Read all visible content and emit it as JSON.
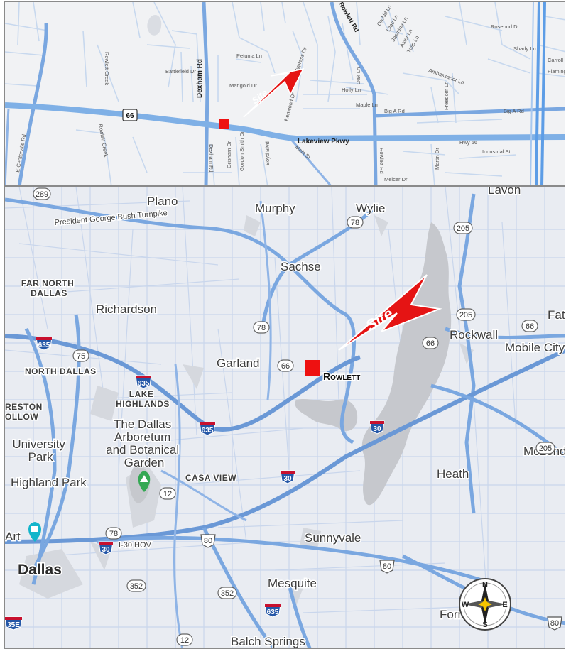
{
  "inset": {
    "site_label": "Site",
    "roads": {
      "dexham": "Dexham Rd",
      "lakeview": "Lakeview Pkwy",
      "rowlett": "Rowlett Rd",
      "hwy66_shield": "66",
      "hwy66_text": "Hwy 66",
      "main_st": "Main St",
      "dexham_lower": "Dexham Rd",
      "rowlett_lower": "Rowlett Rd",
      "big_a": "Big A Rd",
      "big_a_east": "Big A Rd",
      "industrial": "Industrial St",
      "melcer": "Melcer Dr",
      "holly": "Holly Ln",
      "maple": "Maple Ln",
      "oak": "Oak Ln",
      "petunia": "Petunia Ln",
      "marigold": "Marigold Dr",
      "battlefield": "Battlefield Dr",
      "cypress": "Cypress Dr",
      "rosebud": "Rosebud Dr",
      "ambassador": "Ambassador Ln",
      "freedom": "Freedom Ln",
      "martin": "Martin Dr",
      "carroll": "Carroll Ln",
      "flamingo": "Flamingo Dr",
      "shady": "Shady Ln",
      "rowlett_creek": "Rowlett Creek",
      "centerville": "E Centerville Rd",
      "gordon_smith": "Gordon Smith Dr",
      "boyd": "Boyd Blvd",
      "kenwood": "Kenwood Dr",
      "grisham": "Grisham Dr",
      "lilac": "Lilac Ln",
      "jasmine": "Jasmine Ln",
      "aster": "Aster Ln",
      "tulip": "Tulip Ln",
      "orchid": "Orchid Ln"
    }
  },
  "main_map": {
    "site_label": "Site",
    "site_city": "Rowlett",
    "cities": {
      "plano": "Plano",
      "murphy": "Murphy",
      "wylie": "Wylie",
      "lavon": "Lavon",
      "sachse": "Sachse",
      "richardson": "Richardson",
      "garland": "Garland",
      "rockwall": "Rockwall",
      "fate": "Fate",
      "mobile_city": "Mobile City",
      "university_park": "University Park",
      "highland_park": "Highland Park",
      "dallas": "Dallas",
      "heath": "Heath",
      "mclendon": "McLendo",
      "sunnyvale": "Sunnyvale",
      "mesquite": "Mesquite",
      "balch_springs": "Balch Springs",
      "forney": "Forney",
      "art": "Art"
    },
    "neighborhoods": {
      "far_north_dallas": "FAR NORTH DALLAS",
      "north_dallas": "NORTH DALLAS",
      "lake_highlands": "LAKE HIGHLANDS",
      "preston_hollow": "RESTON OLLOW",
      "casa_view": "CASA VIEW"
    },
    "poi": {
      "arboretum": "The Dallas Arboretum and Botanical Garden"
    },
    "roads": {
      "bush_turnpike": "President George Bush Turnpike",
      "i30_hov": "I-30 HOV"
    },
    "shields": {
      "s289": "289",
      "s78a": "78",
      "s205a": "205",
      "s205b": "205",
      "s205c": "205",
      "s78b": "78",
      "s66a": "66",
      "s66b": "66",
      "s66c": "66",
      "s75": "75",
      "s12a": "12",
      "s12b": "12",
      "s352a": "352",
      "s352b": "352",
      "s78c": "78",
      "us80a": "80",
      "us80b": "80",
      "us80c": "80",
      "i635a": "635",
      "i635b": "635",
      "i635c": "635",
      "i635d": "635",
      "i30a": "30",
      "i30b": "30",
      "i30c": "30",
      "i35e": "35E"
    },
    "compass": {
      "n": "N",
      "s": "S",
      "e": "E",
      "w": "W"
    }
  }
}
